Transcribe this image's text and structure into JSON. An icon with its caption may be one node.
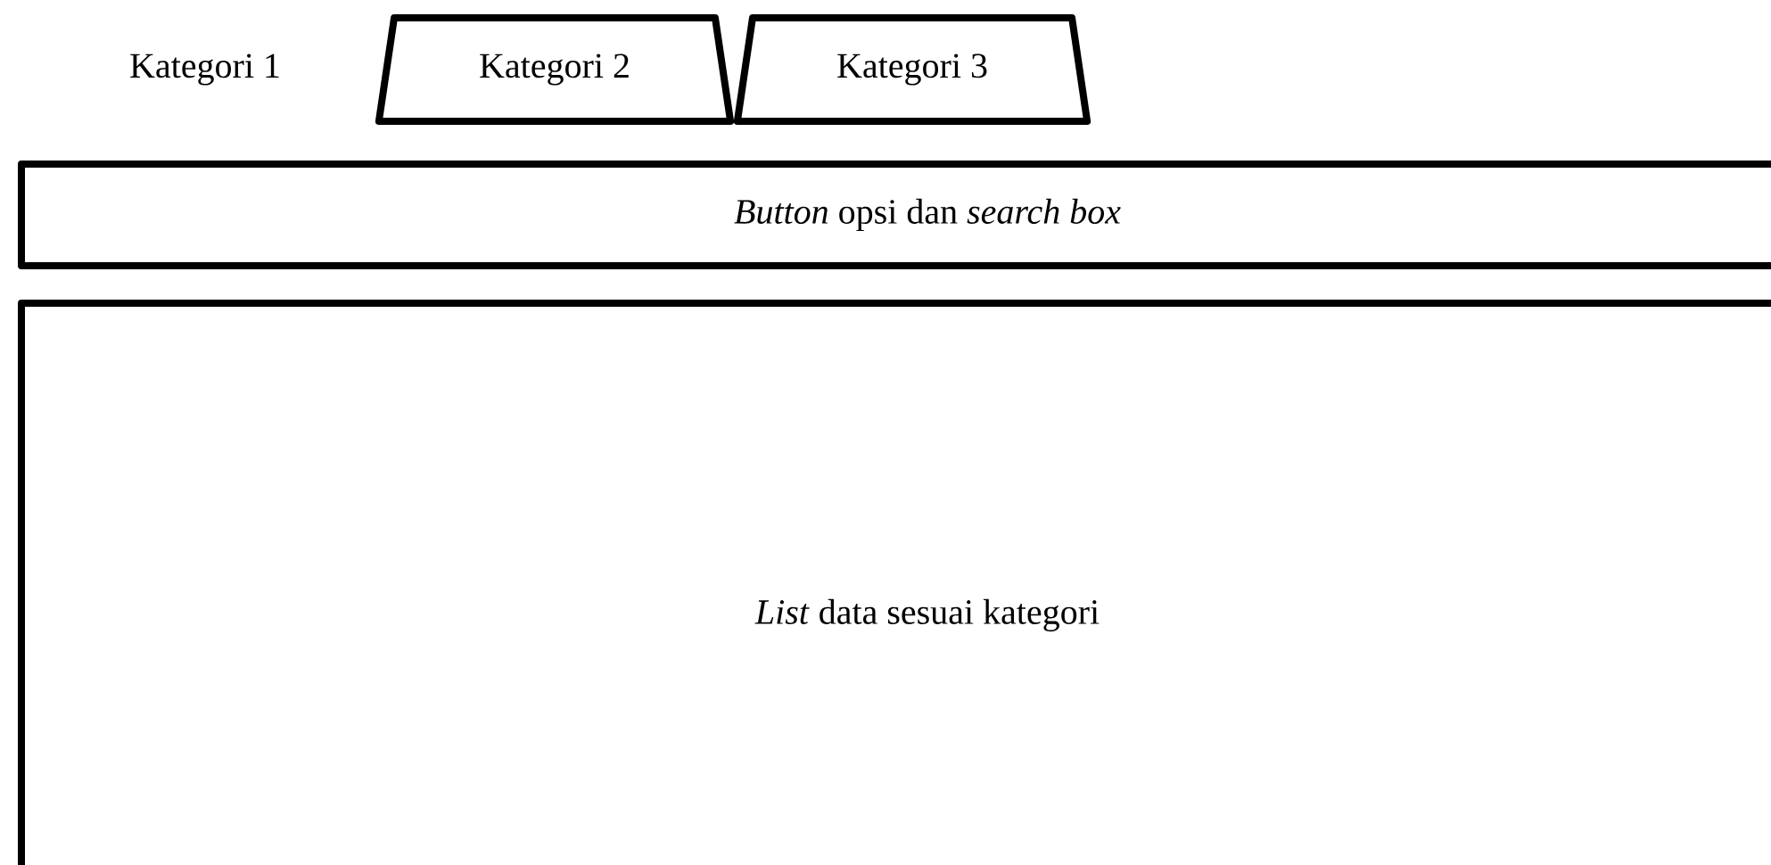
{
  "diagram": {
    "nodes": [
      {
        "text": [
          "Kategori 2"
        ]
      },
      {
        "text": [
          "Kategori 3"
        ]
      },
      {
        "text": [
          "*Button* opsi dan *search box*"
        ]
      },
      {
        "text": [
          "*List* data sesuai kategori"
        ]
      }
    ],
    "labels": [
      "Kategori 1"
    ]
  }
}
